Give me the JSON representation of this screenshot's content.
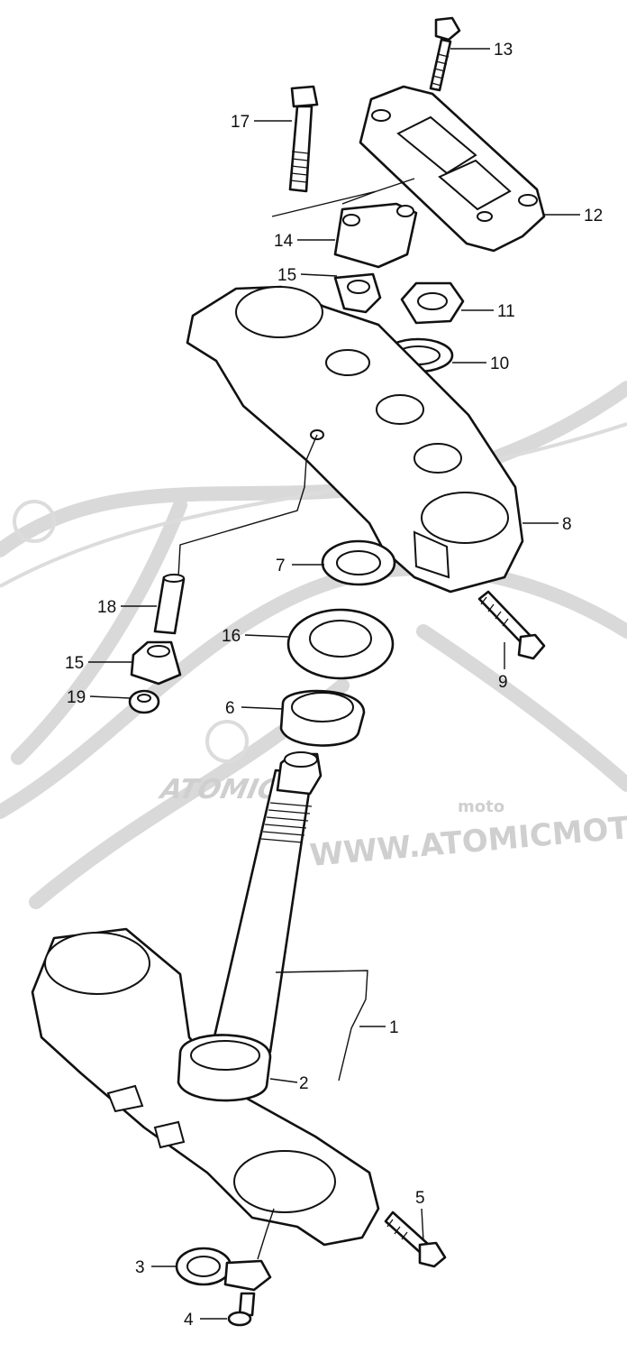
{
  "watermark": {
    "brand": "ATOMIC",
    "sub": "moto",
    "url": "WWW.ATOMICMOTO"
  },
  "callouts": [
    {
      "id": "c1",
      "label": "1"
    },
    {
      "id": "c2",
      "label": "2"
    },
    {
      "id": "c3",
      "label": "3"
    },
    {
      "id": "c4",
      "label": "4"
    },
    {
      "id": "c5",
      "label": "5"
    },
    {
      "id": "c6",
      "label": "6"
    },
    {
      "id": "c7",
      "label": "7"
    },
    {
      "id": "c8",
      "label": "8"
    },
    {
      "id": "c9",
      "label": "9"
    },
    {
      "id": "c10",
      "label": "10"
    },
    {
      "id": "c11",
      "label": "11"
    },
    {
      "id": "c12",
      "label": "12"
    },
    {
      "id": "c13",
      "label": "13"
    },
    {
      "id": "c14",
      "label": "14"
    },
    {
      "id": "c15a",
      "label": "15"
    },
    {
      "id": "c15b",
      "label": "15"
    },
    {
      "id": "c16",
      "label": "16"
    },
    {
      "id": "c17",
      "label": "17"
    },
    {
      "id": "c18",
      "label": "18"
    },
    {
      "id": "c19",
      "label": "19"
    }
  ]
}
